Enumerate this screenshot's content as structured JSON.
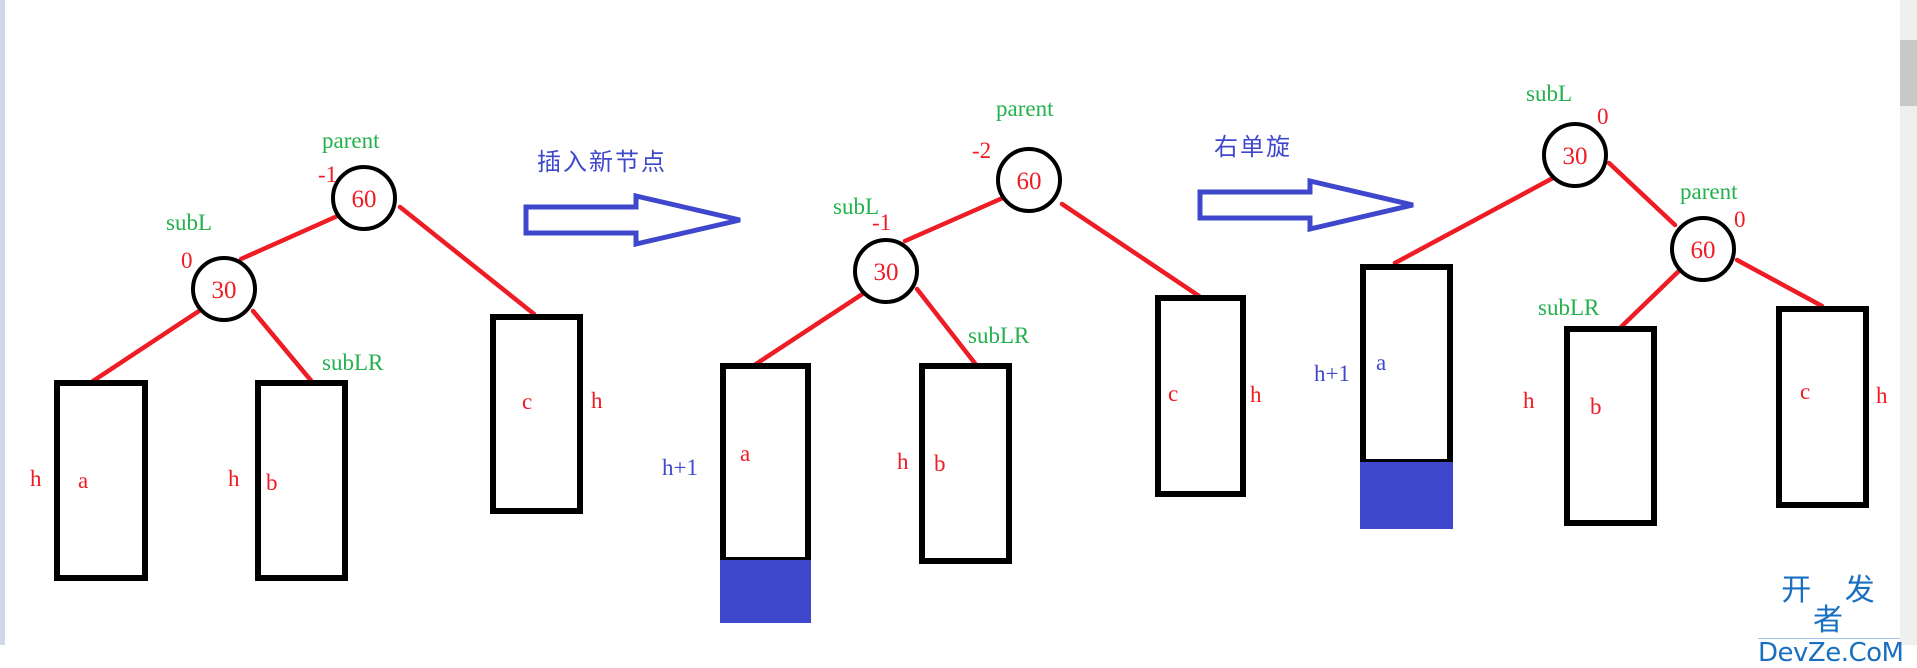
{
  "colors": {
    "edge": "#ee1c24",
    "node_stroke": "#000000",
    "value_text": "#ee1c24",
    "pointer_label": "#22b14c",
    "blue": "#3f48cc",
    "watermark": "#1a6fc0"
  },
  "arrows": [
    {
      "label": "插入新节点"
    },
    {
      "label": "右单旋"
    }
  ],
  "trees": [
    {
      "name": "before-insert",
      "nodes": [
        {
          "key": "60",
          "balance": "-1",
          "pointer": "parent"
        },
        {
          "key": "30",
          "balance": "0",
          "pointer": "subL"
        }
      ],
      "subtrees": [
        {
          "name": "a",
          "height": "h",
          "inserted": false
        },
        {
          "name": "b",
          "height": "h",
          "pointer": "subLR",
          "inserted": false
        },
        {
          "name": "c",
          "height": "h",
          "inserted": false
        }
      ]
    },
    {
      "name": "after-insert",
      "nodes": [
        {
          "key": "60",
          "balance": "-2",
          "pointer": "parent"
        },
        {
          "key": "30",
          "balance": "-1",
          "pointer": "subL"
        }
      ],
      "subtrees": [
        {
          "name": "a",
          "height": "h+1",
          "inserted": true
        },
        {
          "name": "b",
          "height": "h",
          "pointer": "subLR",
          "inserted": false
        },
        {
          "name": "c",
          "height": "h",
          "inserted": false
        }
      ]
    },
    {
      "name": "after-right-rotation",
      "nodes": [
        {
          "key": "30",
          "balance": "0",
          "pointer": "subL"
        },
        {
          "key": "60",
          "balance": "0",
          "pointer": "parent"
        }
      ],
      "subtrees": [
        {
          "name": "a",
          "height": "h+1",
          "inserted": true
        },
        {
          "name": "b",
          "height": "h",
          "pointer": "subLR",
          "inserted": false
        },
        {
          "name": "c",
          "height": "h",
          "inserted": false
        }
      ]
    }
  ],
  "watermark": {
    "line1": "开 发 者",
    "line2": "DevZe.CoM"
  }
}
